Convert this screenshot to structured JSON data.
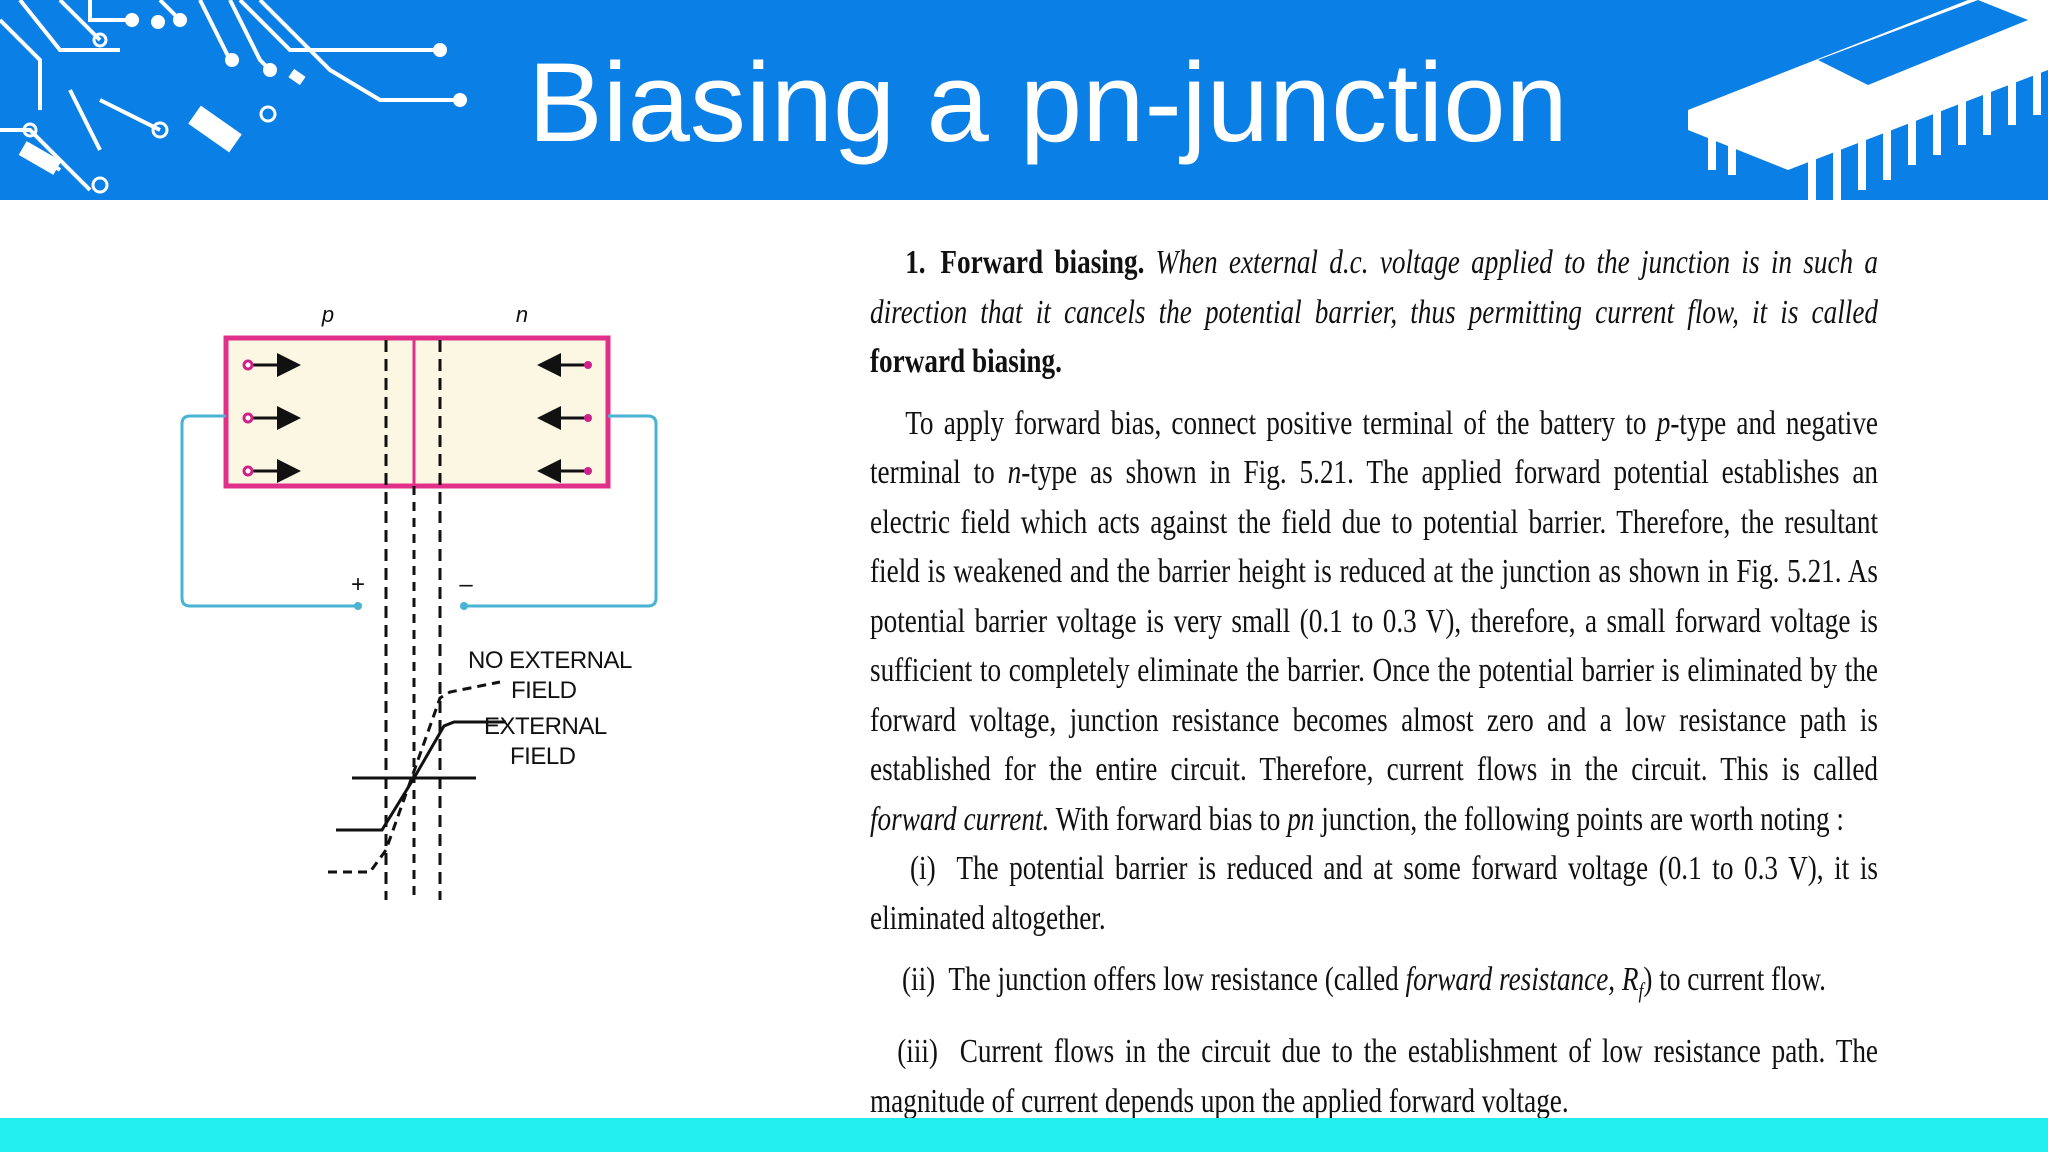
{
  "header": {
    "title": "Biasing a pn-junction",
    "colors": {
      "banner": "#0a7fe6",
      "footer_band": "#22eef0"
    },
    "decor_icons": [
      "circuit-traces-icon",
      "microchip-icon"
    ]
  },
  "diagram": {
    "label_p": "p",
    "label_n": "n",
    "plus": "+",
    "minus": "–",
    "no_external_line1": "NO EXTERNAL",
    "no_external_line2": "FIELD",
    "external_line1": "EXTERNAL",
    "external_line2": "FIELD",
    "colors": {
      "region_fill": "#fbf7e3",
      "region_border": "#e0308a",
      "wire": "#49b3d3"
    }
  },
  "text": {
    "p1_num": "1.",
    "p1_bold": "Forward biasing.",
    "p1_italic": "When external d.c. voltage applied to the junction is in such a direction that it cancels the potential barrier, thus permitting current flow, it is called",
    "p1_bold_end": "forward biasing.",
    "p2_a": "To apply forward bias, connect positive terminal of the battery to",
    "p2_p": "p",
    "p2_b": "-type and negative terminal to",
    "p2_n": "n",
    "p2_c": "-type as shown in Fig. 5.21.  The applied forward potential establishes an electric field which acts against the field due to potential barrier.  Therefore, the resultant field is weakened and the barrier height is reduced at the junction as shown in Fig. 5.21.  As potential barrier voltage is very small (0.1 to 0.3 V), therefore, a small forward voltage is sufficient to completely eliminate the barrier. Once the potential barrier is eliminated by the forward voltage, junction resistance becomes almost zero and a low resistance path is established for the entire circuit.  Therefore, current flows in the circuit.  This is called",
    "p2_fc": "forward current.",
    "p2_d": " With forward bias to",
    "p2_pn": "pn",
    "p2_e": "junction, the following points are worth noting :",
    "i_mark": "(i)",
    "i_text": "The potential barrier is reduced and at some forward voltage (0.1 to 0.3 V), it is eliminated altogether.",
    "ii_mark": "(ii)",
    "ii_a": "The junction offers low resistance (called",
    "ii_fr": "forward resistance, R",
    "ii_sub": "f",
    "ii_b": ") to current flow.",
    "iii_mark": "(iii)",
    "iii_text": "Current flows in the circuit due to the establishment of low resistance path. The magnitude of current depends upon the applied forward voltage."
  }
}
